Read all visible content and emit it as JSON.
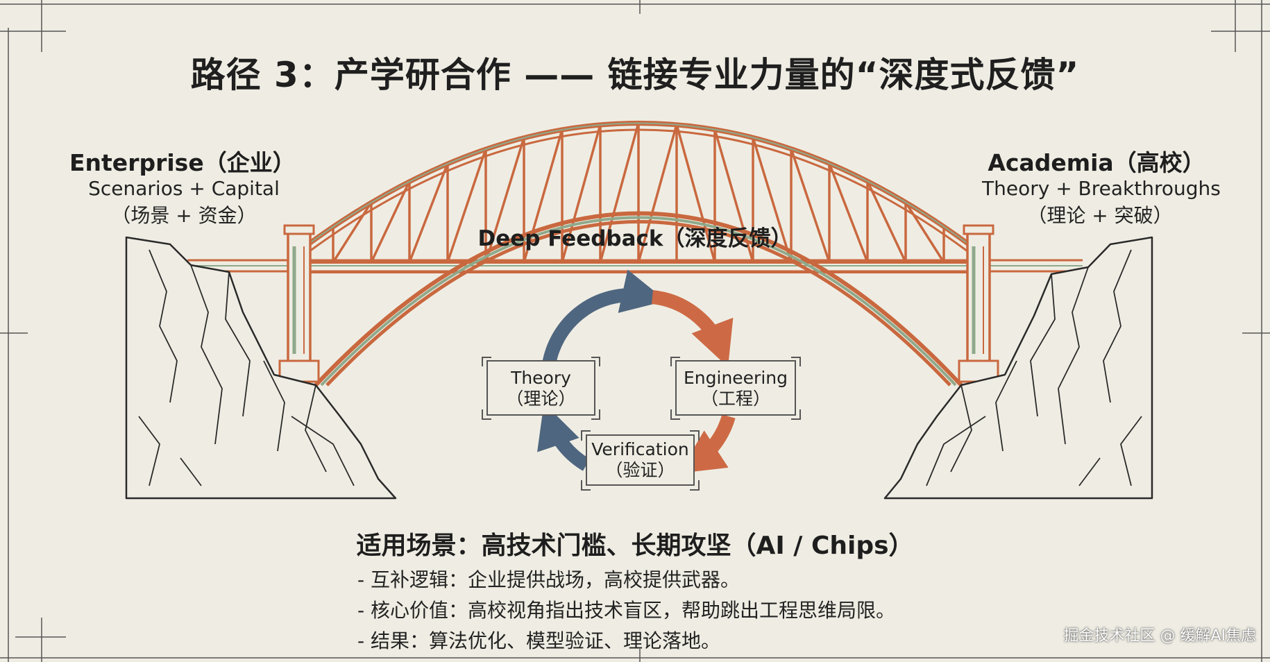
{
  "title": "路径 3：产学研合作 —— 链接专业力量的“深度式反馈”",
  "enterprise": {
    "name": "Enterprise（企业）",
    "subtitle": "Scenarios + Capital",
    "subtitle_cn": "（场景 + 资金）"
  },
  "academia": {
    "name": "Academia（高校）",
    "subtitle": "Theory + Breakthroughs",
    "subtitle_cn": "（理论 + 突破）"
  },
  "center_label": "Deep Feedback（深度反馈）",
  "cycle": {
    "theory": {
      "en": "Theory",
      "cn": "（理论）"
    },
    "engineering": {
      "en": "Engineering",
      "cn": "（工程）"
    },
    "verification": {
      "en": "Verification",
      "cn": "（验证）"
    }
  },
  "scenario_title": "适用场景：高技术门槛、长期攻坚（AI / Chips）",
  "bullets": [
    "- 互补逻辑：企业提供战场，高校提供武器。",
    "- 核心价值：高校视角指出技术盲区，帮助跳出工程思维局限。",
    "- 结果：算法优化、模型验证、理论落地。"
  ],
  "watermark": "掘金技术社区 @ 缓解AI焦虑",
  "colors": {
    "background": "#efede3",
    "bridge_orange": "#c9683f",
    "bridge_green": "#8fa98a",
    "arrow_blue": "#4f6680",
    "arrow_orange": "#cd6a45"
  }
}
